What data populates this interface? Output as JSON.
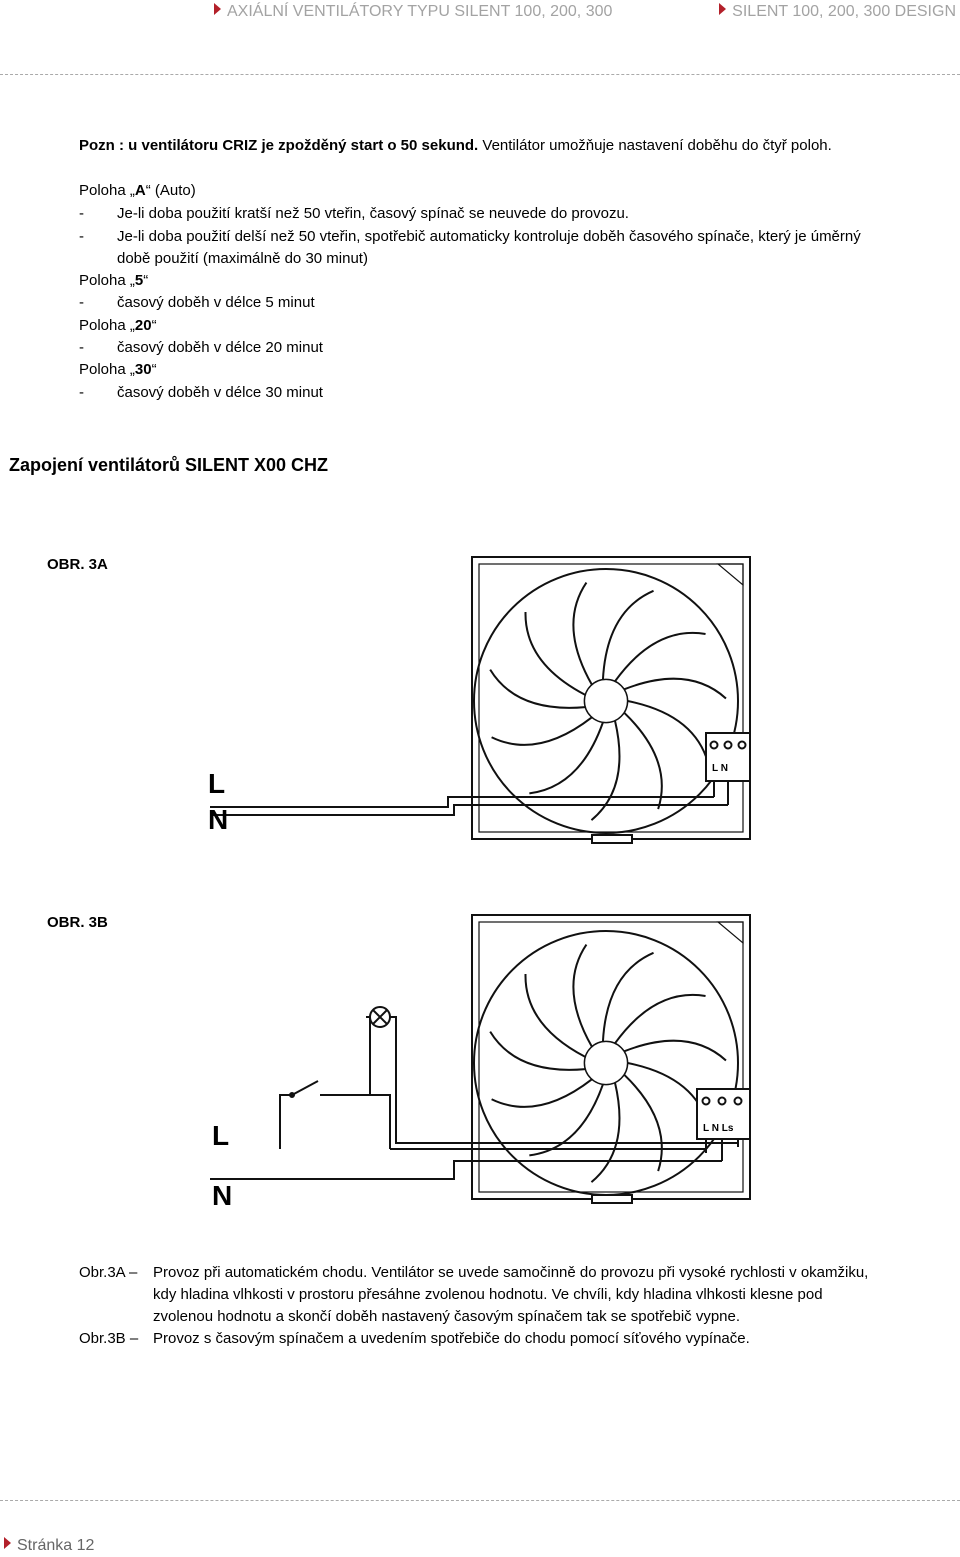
{
  "header": {
    "left": "AXIÁLNÍ VENTILÁTORY TYPU SILENT 100, 200, 300",
    "right": "SILENT 100, 200, 300 DESIGN"
  },
  "note": {
    "bold": "Pozn : u ventilátoru CRIZ je zpožděný start o 50 sekund.",
    "rest": " Ventilátor umožňuje nastavení doběhu do čtyř poloh."
  },
  "positions": {
    "a_prefix": "Poloha „",
    "a_value": "A",
    "a_suffix": "“ (Auto)",
    "a_line1": "Je-li doba použití kratší než 50 vteřin, časový spínač se neuvede do provozu.",
    "a_line2": "Je-li doba použití delší než 50 vteřin, spotřebič automaticky kontroluje doběh časového spínače, který je úměrný",
    "a_line2b": "době použití (maximálně do 30 minut)",
    "p5_prefix": "Poloha „",
    "p5_value": "5",
    "p5_suffix": "“",
    "p5_line": "časový doběh v délce 5 minut",
    "p20_prefix": "Poloha „",
    "p20_value": "20",
    "p20_suffix": "“",
    "p20_line": "časový doběh v délce 20 minut",
    "p30_prefix": "Poloha „",
    "p30_value": "30",
    "p30_suffix": "“",
    "p30_line": "časový doběh v délce 30 minut",
    "dash": "-"
  },
  "section_title": "Zapojení ventilátorů SILENT X00 CHZ",
  "figures": {
    "a_label": "OBR. 3A",
    "b_label": "OBR. 3B",
    "wire_L": "L",
    "wire_N": "N",
    "terminal_a": "L N",
    "terminal_b": "L N Ls"
  },
  "captions": {
    "a_key": "Obr.3A –",
    "a_text1": "Provoz při automatickém chodu. Ventilátor se uvede samočinně do provozu při vysoké rychlosti v okamžiku,",
    "a_text2": "kdy hladina vlhkosti v prostoru přesáhne zvolenou hodnotu. Ve chvíli, kdy hladina vlhkosti klesne pod",
    "a_text3": "zvolenou hodnotu a skončí doběh nastavený časovým spínačem tak se spotřebič vypne.",
    "b_key": "Obr.3B –",
    "b_text": "Provoz s časovým spínačem a uvedením spotřebiče do chodu pomocí síťového vypínače."
  },
  "footer": {
    "page": "Stránka 12"
  },
  "colors": {
    "accent": "#b3202a",
    "header_text": "#a3a3a3"
  }
}
